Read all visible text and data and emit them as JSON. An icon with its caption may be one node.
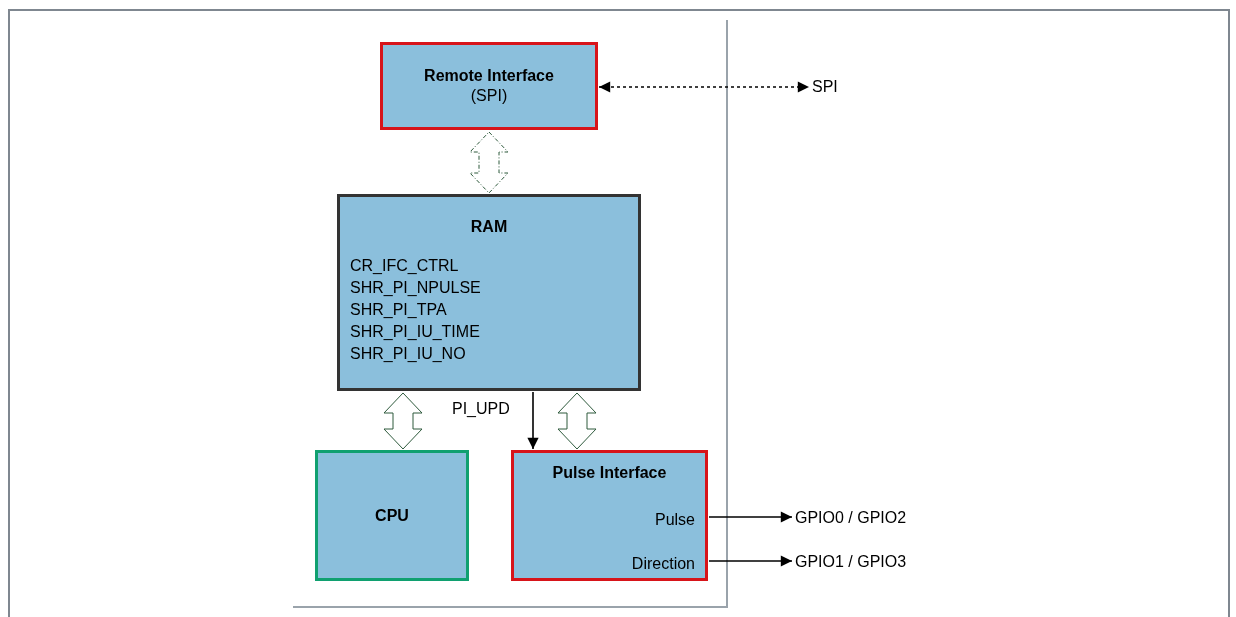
{
  "diagram": {
    "nodes": [
      {
        "text": [
          "Remote Interface",
          "(SPI)"
        ]
      },
      {
        "text": [
          "SPI"
        ]
      },
      {
        "text": [
          "RAM",
          "CR_IFC_CTRL",
          "SHR_PI_NPULSE",
          "SHR_PI_TPA",
          "SHR_PI_IU_TIME",
          "SHR_PI_IU_NO"
        ]
      },
      {
        "text": [
          "CPU"
        ]
      },
      {
        "text": [
          "Pulse Interface",
          "Pulse",
          "Direction"
        ]
      },
      {
        "text": [
          "GPIO0 / GPIO2"
        ]
      },
      {
        "text": [
          "GPIO1 / GPIO3"
        ]
      }
    ],
    "edges": [
      {
        "from": 0,
        "to": 1,
        "arrow": "both",
        "style": "dashed"
      },
      {
        "from": 0,
        "to": 2,
        "arrow": "both",
        "style": "dashed",
        "color": "#2e5a3c"
      },
      {
        "from": 2,
        "to": 3,
        "arrow": "both",
        "color": "#2e5a3c"
      },
      {
        "from": 2,
        "to": 4,
        "arrow": "to",
        "label": "PI_UPD"
      },
      {
        "from": 2,
        "to": 4,
        "arrow": "both",
        "color": "#2e5a3c"
      },
      {
        "from": 4,
        "to": 5,
        "arrow": "to"
      },
      {
        "from": 4,
        "to": 6,
        "arrow": "to"
      }
    ]
  }
}
